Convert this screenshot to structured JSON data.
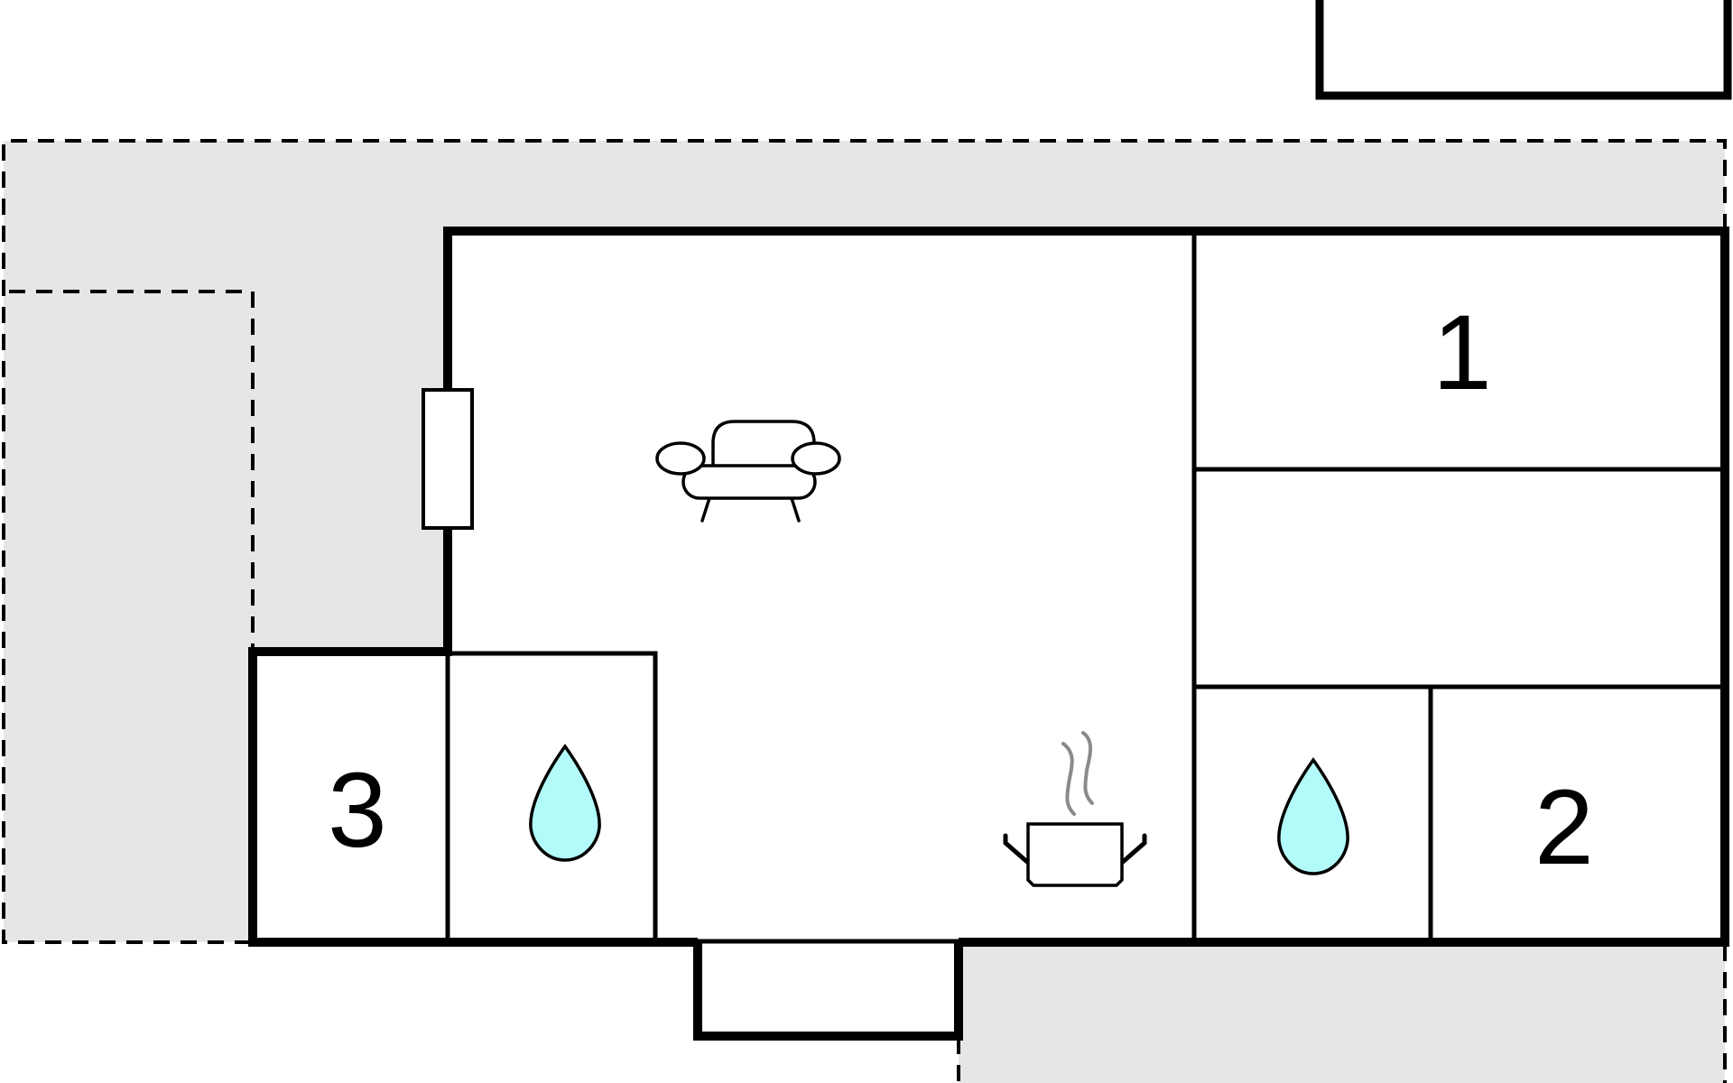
{
  "floorplan": {
    "rooms": {
      "bedroom_1": {
        "label": "1"
      },
      "bedroom_2": {
        "label": "2"
      },
      "bedroom_3": {
        "label": "3"
      }
    },
    "icons": {
      "living_room": "sofa-icon",
      "kitchen": "cooking-pot-icon",
      "bathroom_left": "water-drop-icon",
      "bathroom_right": "water-drop-icon"
    },
    "colors": {
      "outdoor_area": "#e6e6e6",
      "wall": "#000000",
      "water_drop": "#b3fbfb",
      "steam": "#8a8a8a",
      "background": "#ffffff"
    }
  }
}
